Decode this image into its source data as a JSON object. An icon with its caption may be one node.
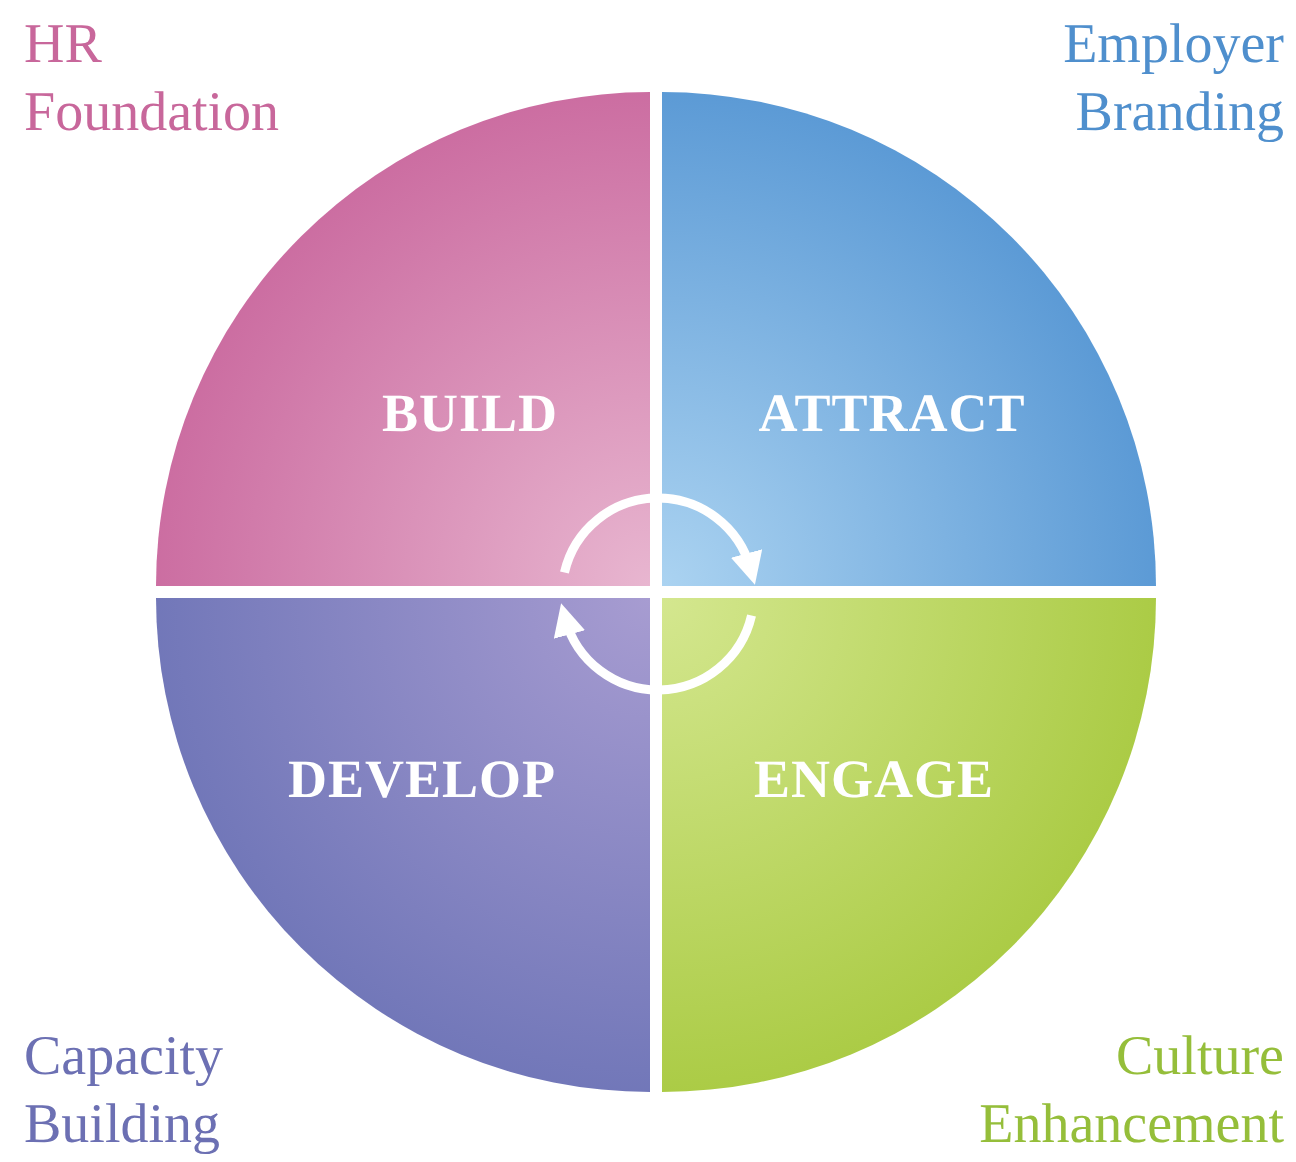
{
  "diagram": {
    "nodes": [
      {
        "text": [
          "BUILD"
        ],
        "beside": [
          "HR Foundation"
        ]
      },
      {
        "text": [
          "ATTRACT"
        ],
        "beside": [
          "Employer Branding"
        ]
      },
      {
        "text": [
          "DEVELOP"
        ],
        "beside": [
          "Capacity Building"
        ]
      },
      {
        "text": [
          "ENGAGE"
        ],
        "beside": [
          "Culture Enhancement"
        ]
      }
    ],
    "edges": [
      {
        "from": 0,
        "to": 1,
        "arrow": "to"
      },
      {
        "from": 3,
        "to": 2,
        "arrow": "to"
      }
    ]
  }
}
